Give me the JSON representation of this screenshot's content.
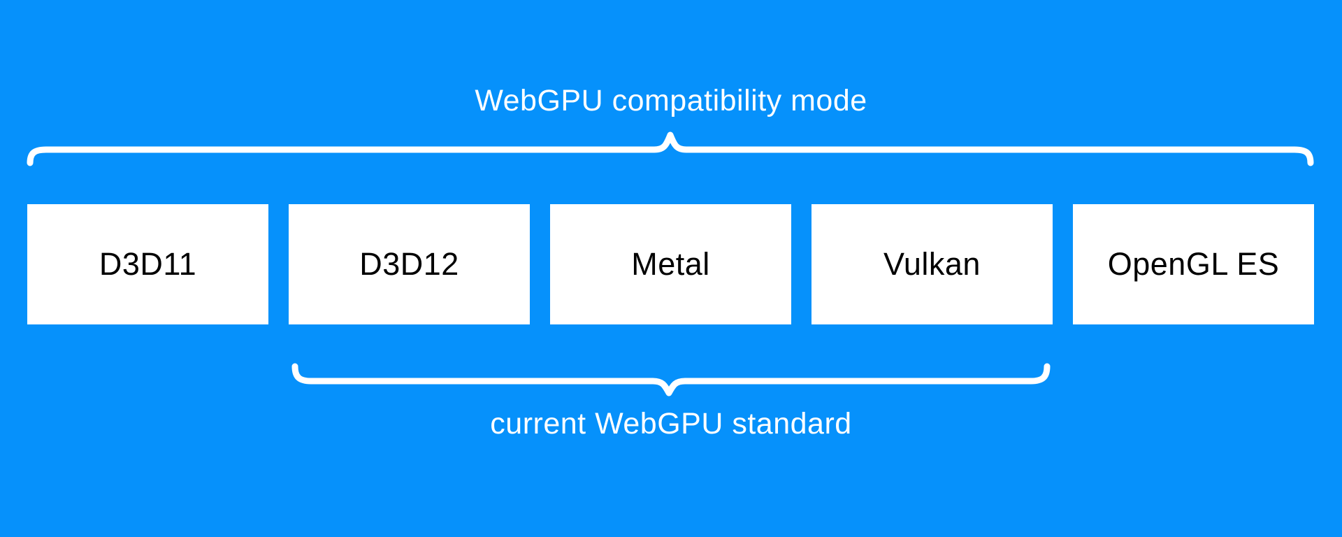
{
  "colors": {
    "background": "#0691fb",
    "box_bg": "#ffffff",
    "box_text": "#000000",
    "label_text": "#ffffff",
    "brace": "#ffffff"
  },
  "diagram": {
    "top_label": "WebGPU compatibility mode",
    "bottom_label": "current WebGPU standard",
    "boxes": [
      {
        "label": "D3D11"
      },
      {
        "label": "D3D12"
      },
      {
        "label": "Metal"
      },
      {
        "label": "Vulkan"
      },
      {
        "label": "OpenGL ES"
      }
    ]
  }
}
